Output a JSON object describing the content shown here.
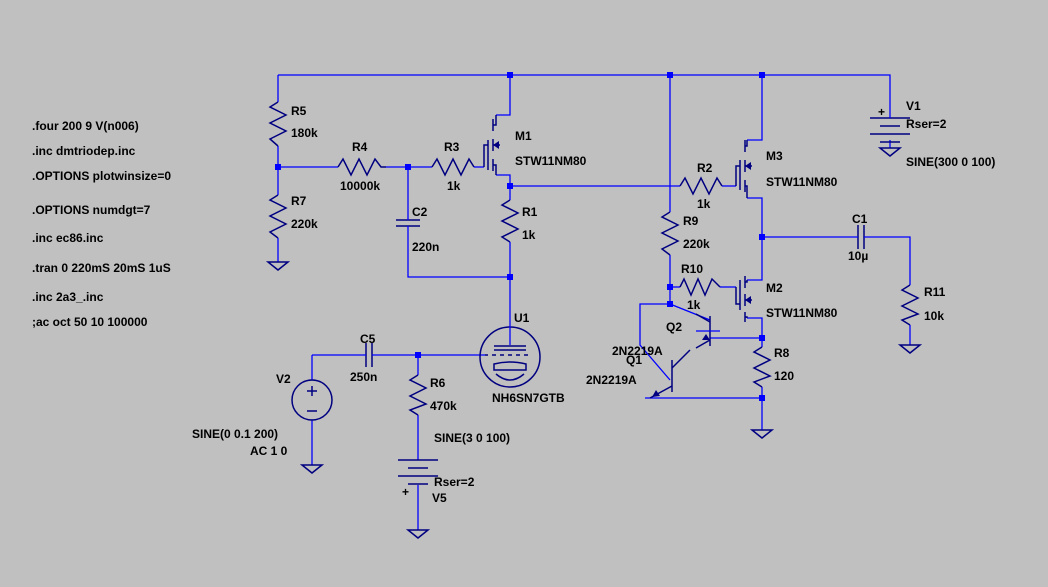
{
  "directives": [
    ".four 200 9 V(n006)",
    ".inc dmtriodep.inc",
    ".OPTIONS plotwinsize=0",
    ".OPTIONS numdgt=7",
    ".inc ec86.inc",
    ".tran 0 220mS 20mS 1uS",
    ".inc 2a3_.inc",
    ";ac oct 50 10 100000"
  ],
  "components": {
    "R5": {
      "name": "R5",
      "value": "180k"
    },
    "R7": {
      "name": "R7",
      "value": "220k"
    },
    "R4": {
      "name": "R4",
      "value": "10000k"
    },
    "R3": {
      "name": "R3",
      "value": "1k"
    },
    "C2": {
      "name": "C2",
      "value": "220n"
    },
    "M1": {
      "name": "M1",
      "value": "STW11NM80"
    },
    "R1": {
      "name": "R1",
      "value": "1k"
    },
    "U1": {
      "name": "U1",
      "value": "NH6SN7GTB"
    },
    "C5": {
      "name": "C5",
      "value": "250n"
    },
    "V2": {
      "name": "V2",
      "value": "SINE(0 0.1 200)",
      "value2": "AC 1 0"
    },
    "R6": {
      "name": "R6",
      "value": "470k"
    },
    "V5": {
      "name": "V5",
      "value": "SINE(3 0 100)",
      "rser": "Rser=2"
    },
    "R2": {
      "name": "R2",
      "value": "1k"
    },
    "M3": {
      "name": "M3",
      "value": "STW11NM80"
    },
    "R9": {
      "name": "R9",
      "value": "220k"
    },
    "R10": {
      "name": "R10",
      "value": "1k"
    },
    "M2": {
      "name": "M2",
      "value": "STW11NM80"
    },
    "Q2": {
      "name": "Q2",
      "value": "2N2219A"
    },
    "Q1": {
      "name": "Q1",
      "value": "2N2219A"
    },
    "R8": {
      "name": "R8",
      "value": "120"
    },
    "V1": {
      "name": "V1",
      "value": "SINE(300 0 100)",
      "rser": "Rser=2"
    },
    "C1": {
      "name": "C1",
      "value": "10µ"
    },
    "R11": {
      "name": "R11",
      "value": "10k"
    }
  },
  "colors": {
    "background": "#c0c0c0",
    "wire": "#0000ff",
    "component": "#000080",
    "text": "#000000"
  }
}
